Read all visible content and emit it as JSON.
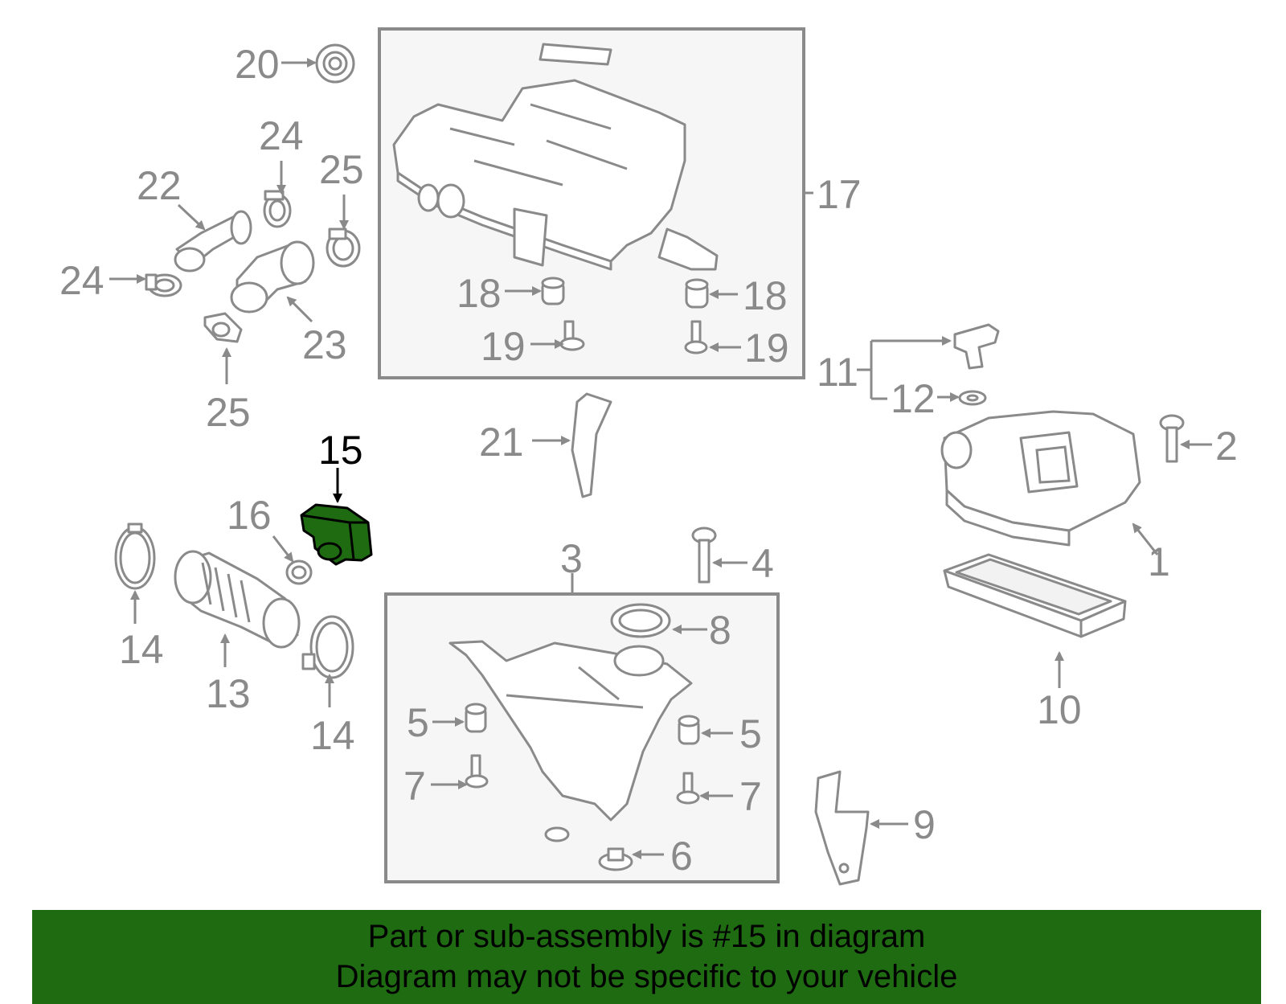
{
  "callouts": {
    "c1": "1",
    "c2": "2",
    "c3": "3",
    "c4": "4",
    "c5a": "5",
    "c5b": "5",
    "c6": "6",
    "c7a": "7",
    "c7b": "7",
    "c8": "8",
    "c9": "9",
    "c10": "10",
    "c11": "11",
    "c12": "12",
    "c13": "13",
    "c14a": "14",
    "c14b": "14",
    "c15": "15",
    "c16": "16",
    "c17": "17",
    "c18a": "18",
    "c18b": "18",
    "c19a": "19",
    "c19b": "19",
    "c20": "20",
    "c21": "21",
    "c22": "22",
    "c23": "23",
    "c24a": "24",
    "c24b": "24",
    "c25a": "25",
    "c25b": "25"
  },
  "highlight": {
    "part_number": "15",
    "color": "#1e6b12"
  },
  "banner": {
    "line1": "Part or sub-assembly is #15 in diagram",
    "line2": "Diagram may not be specific to your vehicle",
    "background": "#1e6b12"
  }
}
